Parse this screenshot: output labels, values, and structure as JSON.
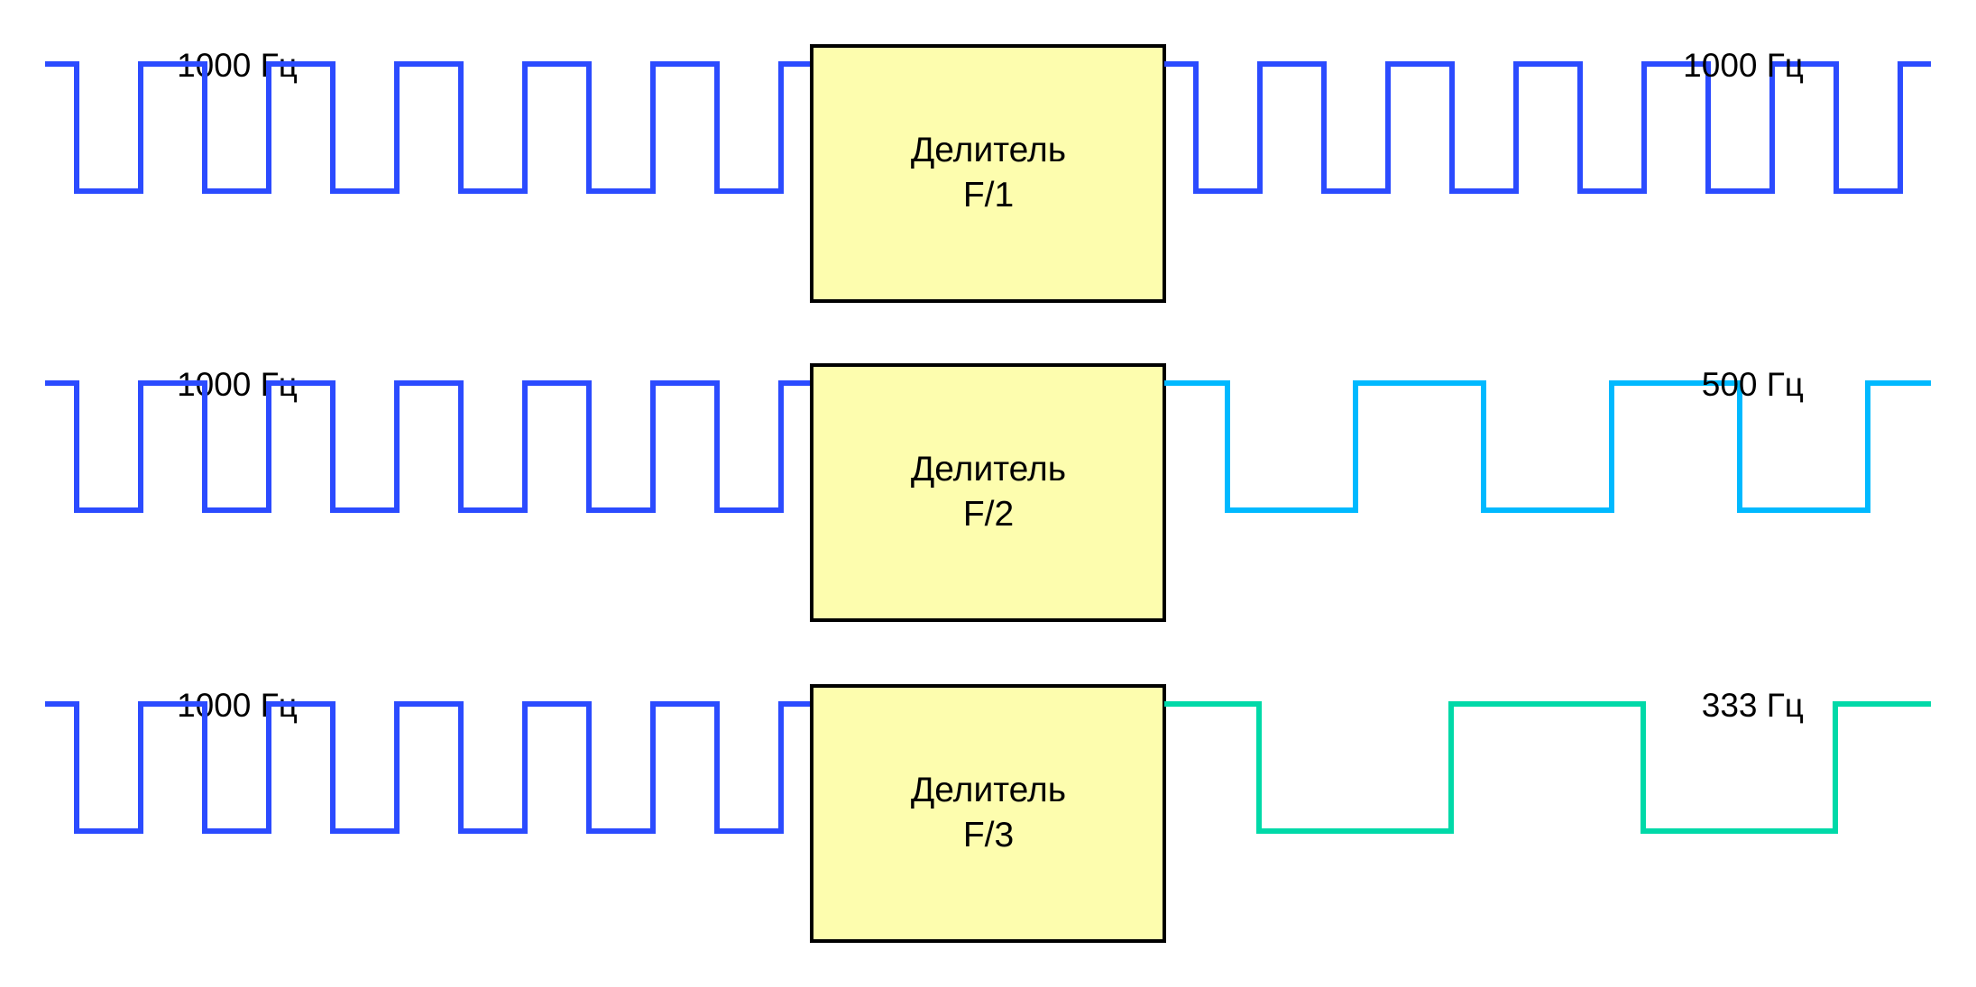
{
  "diagram": {
    "colors": {
      "input_wave": "#2b4bff",
      "box_fill": "#fdfdae",
      "box_border": "#000000",
      "text": "#000000"
    },
    "rows": [
      {
        "input_label": "1000 Гц",
        "input_frequency_hz": 1000,
        "box_title": "Делитель",
        "box_ratio": "F/1",
        "divisor": 1,
        "output_label": "1000 Гц",
        "output_frequency_hz": 1000,
        "output_color": "#2b4bff"
      },
      {
        "input_label": "1000 Гц",
        "input_frequency_hz": 1000,
        "box_title": "Делитель",
        "box_ratio": "F/2",
        "divisor": 2,
        "output_label": "500 Гц",
        "output_frequency_hz": 500,
        "output_color": "#00b9ff"
      },
      {
        "input_label": "1000 Гц",
        "input_frequency_hz": 1000,
        "box_title": "Делитель",
        "box_ratio": "F/3",
        "divisor": 3,
        "output_label": "333 Гц",
        "output_frequency_hz": 333,
        "output_color": "#00d9a8"
      }
    ]
  }
}
